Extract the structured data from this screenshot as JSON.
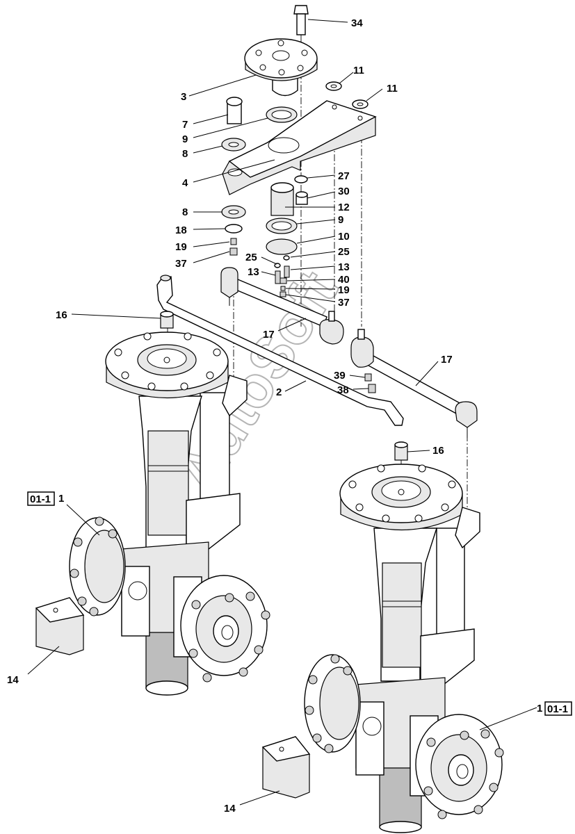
{
  "watermark": "AutoSoft",
  "callouts": {
    "c34": "34",
    "c3": "3",
    "c11a": "11",
    "c11b": "11",
    "c7": "7",
    "c9a": "9",
    "c8a": "8",
    "c4": "4",
    "c27": "27",
    "c30": "30",
    "c12": "12",
    "c8b": "8",
    "c9b": "9",
    "c18": "18",
    "c10": "10",
    "c19a": "19",
    "c25a": "25",
    "c25b": "25",
    "c37a": "37",
    "c13a": "13",
    "c13b": "13",
    "c40": "40",
    "c19b": "19",
    "c37b": "37",
    "c16a": "16",
    "c17a": "17",
    "c17b": "17",
    "c39": "39",
    "c2": "2",
    "c38": "38",
    "c16b": "16",
    "c1a": "1",
    "c1b": "1",
    "c14a": "14",
    "c14b": "14"
  },
  "ref_boxes": {
    "ref1": "01-1",
    "ref2": "01-1"
  }
}
